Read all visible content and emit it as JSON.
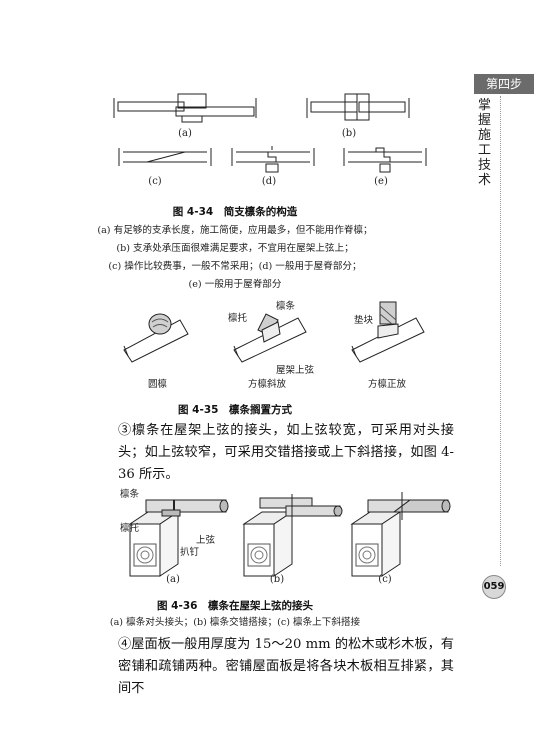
{
  "sidebar": {
    "chapter_tab": "第四步",
    "vertical_title": "掌握施工技术",
    "page_number": "059"
  },
  "figure_4_34": {
    "labels": [
      "(a)",
      "(b)",
      "(c)",
      "(d)",
      "(e)"
    ],
    "caption": "图 4-34　简支檩条的构造",
    "notes": [
      "(a) 有足够的支承长度，施工简便，应用最多，但不能用作脊檩；",
      "(b) 支承处承压面很难满足要求，不宜用在屋架上弦上；",
      "(c) 操作比较费事，一般不常采用；(d) 一般用于屋脊部分；",
      "(e) 一般用于屋脊部分"
    ]
  },
  "figure_4_35": {
    "annotations": {
      "lintuo": "檩托",
      "linjiao": "檩条",
      "dian_kuai": "垫块",
      "wujia_shangxian": "屋架上弦"
    },
    "sub_captions": [
      "圆檩",
      "方檩斜放",
      "方檩正放"
    ],
    "caption": "图 4-35　檩条搁置方式"
  },
  "paragraph_1": "③檩条在屋架上弦的接头，如上弦较宽，可采用对头接头；如上弦较窄，可采用交错搭接或上下斜搭接，如图 4-36 所示。",
  "figure_4_36": {
    "annotations": {
      "linjiao": "檩条",
      "lintuo": "檩托",
      "shangxian": "上弦",
      "pading": "扒钉"
    },
    "labels": [
      "(a)",
      "(b)",
      "(c)"
    ],
    "caption": "图 4-36　檩条在屋架上弦的接头",
    "note": "(a) 檩条对头接头；(b) 檩条交错搭接；(c) 檩条上下斜搭接"
  },
  "paragraph_2": "④屋面板一般用厚度为 15～20 mm 的松木或杉木板，有密铺和疏铺两种。密铺屋面板是将各块木板相互排紧，其间不"
}
